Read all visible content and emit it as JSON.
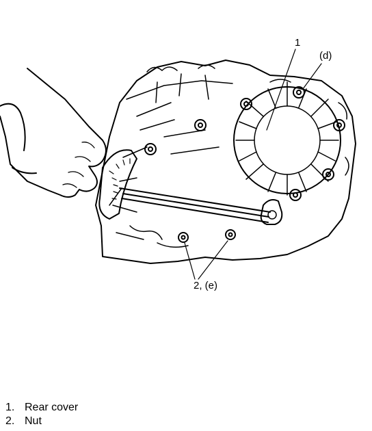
{
  "callouts": {
    "rear_cover": "1",
    "bolt": "(d)",
    "nut": "2, (e)"
  },
  "legend": {
    "items": [
      {
        "num": "1.",
        "label": "Rear cover"
      },
      {
        "num": "2.",
        "label": "Nut"
      }
    ]
  },
  "colors": {
    "line": "#000000",
    "background": "#ffffff"
  }
}
